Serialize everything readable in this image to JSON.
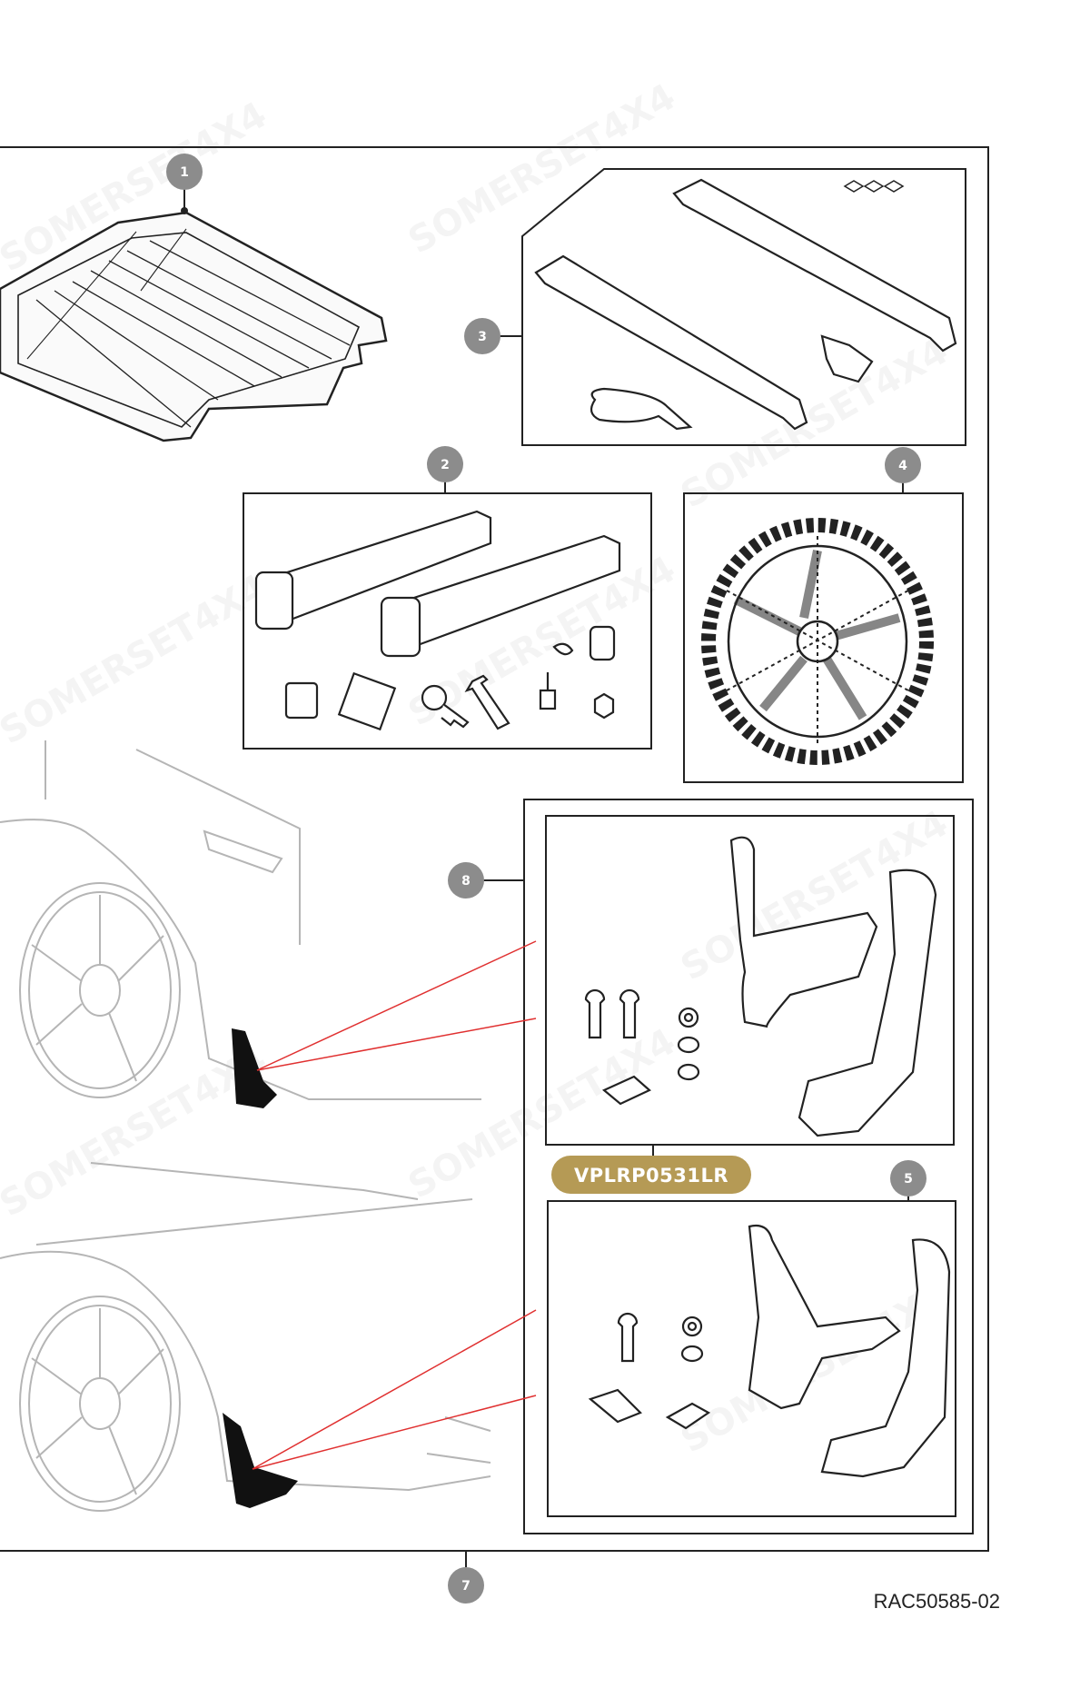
{
  "diagram": {
    "callouts": [
      "1",
      "2",
      "3",
      "4",
      "5",
      "7",
      "8"
    ],
    "part_number": "VPLRP0531LR",
    "reference_code": "RAC50585-02",
    "watermark": "SOMERSET4X4"
  },
  "colors": {
    "callout_fill": "#8c8c8c",
    "part_badge_fill": "#b59a55",
    "leader_lines": "#e03030",
    "outline": "#222222"
  }
}
